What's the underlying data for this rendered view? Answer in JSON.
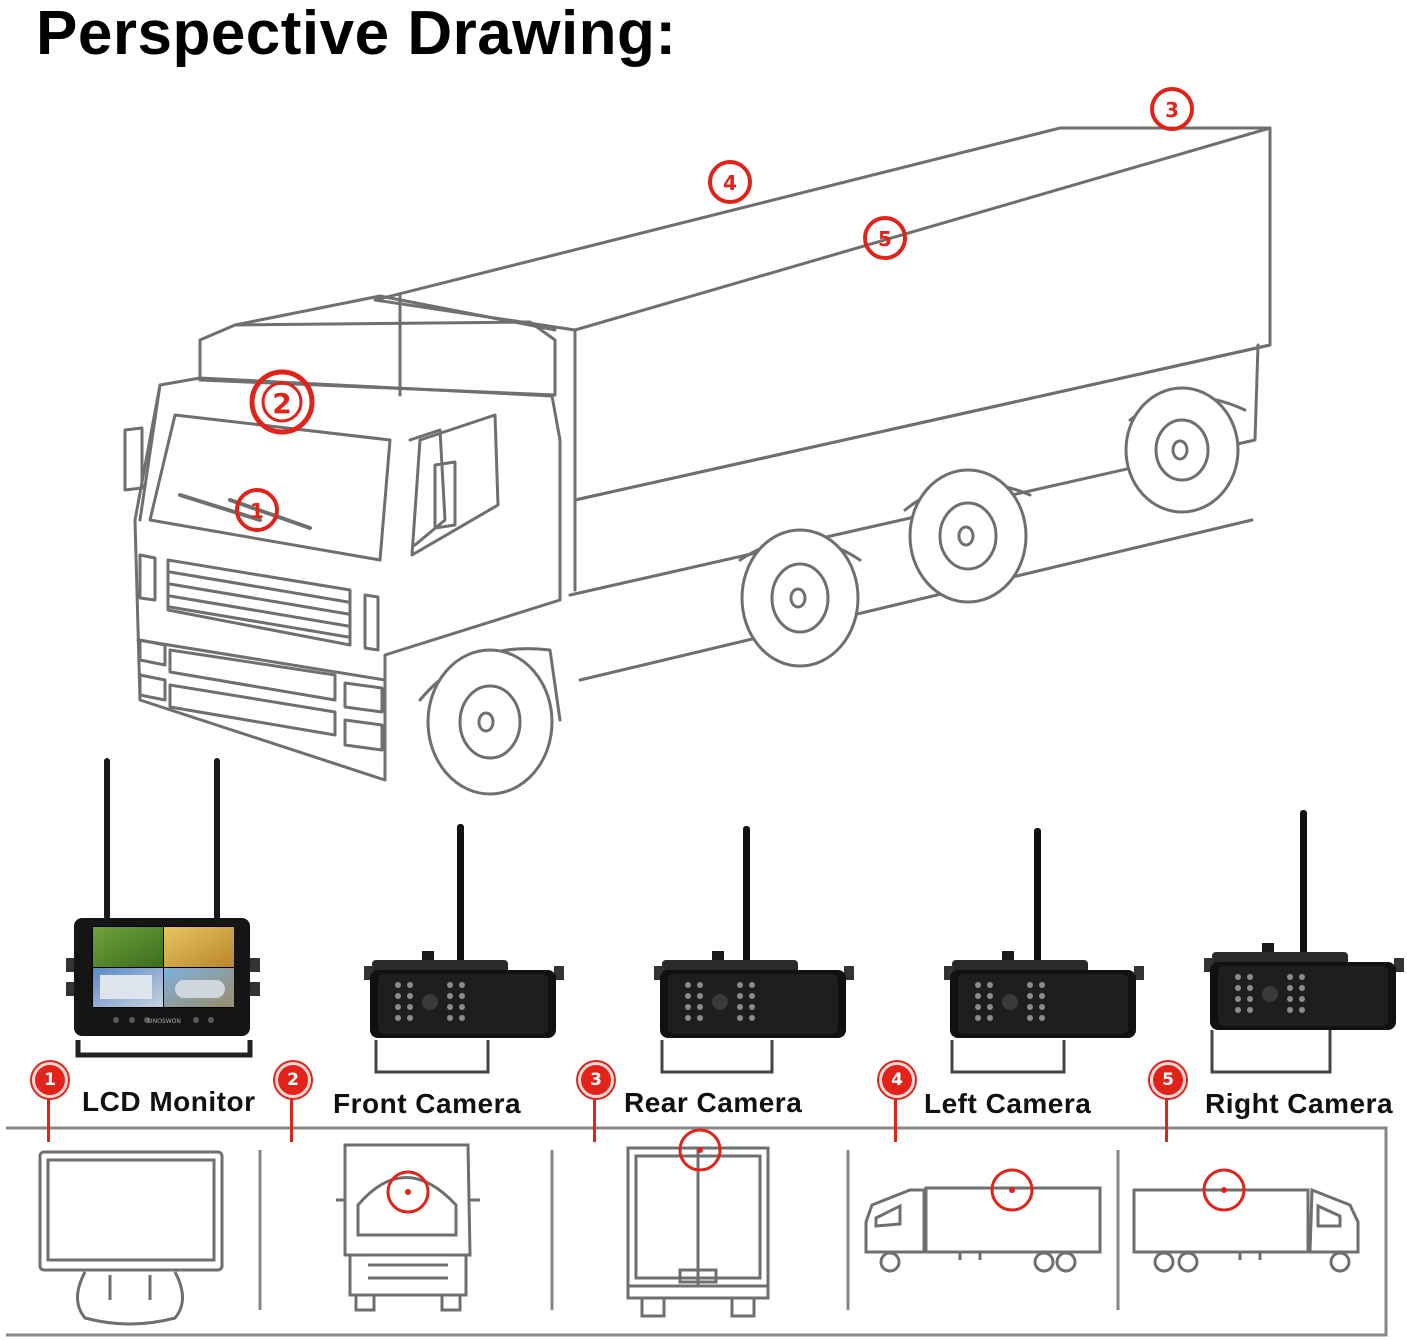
{
  "title": "Perspective Drawing:",
  "colors": {
    "accent": "#e2231a",
    "line": "#6f6f6f",
    "device": "#1a1a1a"
  },
  "markers": [
    "1",
    "2",
    "3",
    "4",
    "5"
  ],
  "components": [
    {
      "num": "1",
      "label": "LCD Monitor"
    },
    {
      "num": "2",
      "label": "Front Camera"
    },
    {
      "num": "3",
      "label": "Rear Camera"
    },
    {
      "num": "4",
      "label": "Left Camera"
    },
    {
      "num": "5",
      "label": "Right Camera"
    }
  ],
  "monitor_brand": "SINOSWON"
}
